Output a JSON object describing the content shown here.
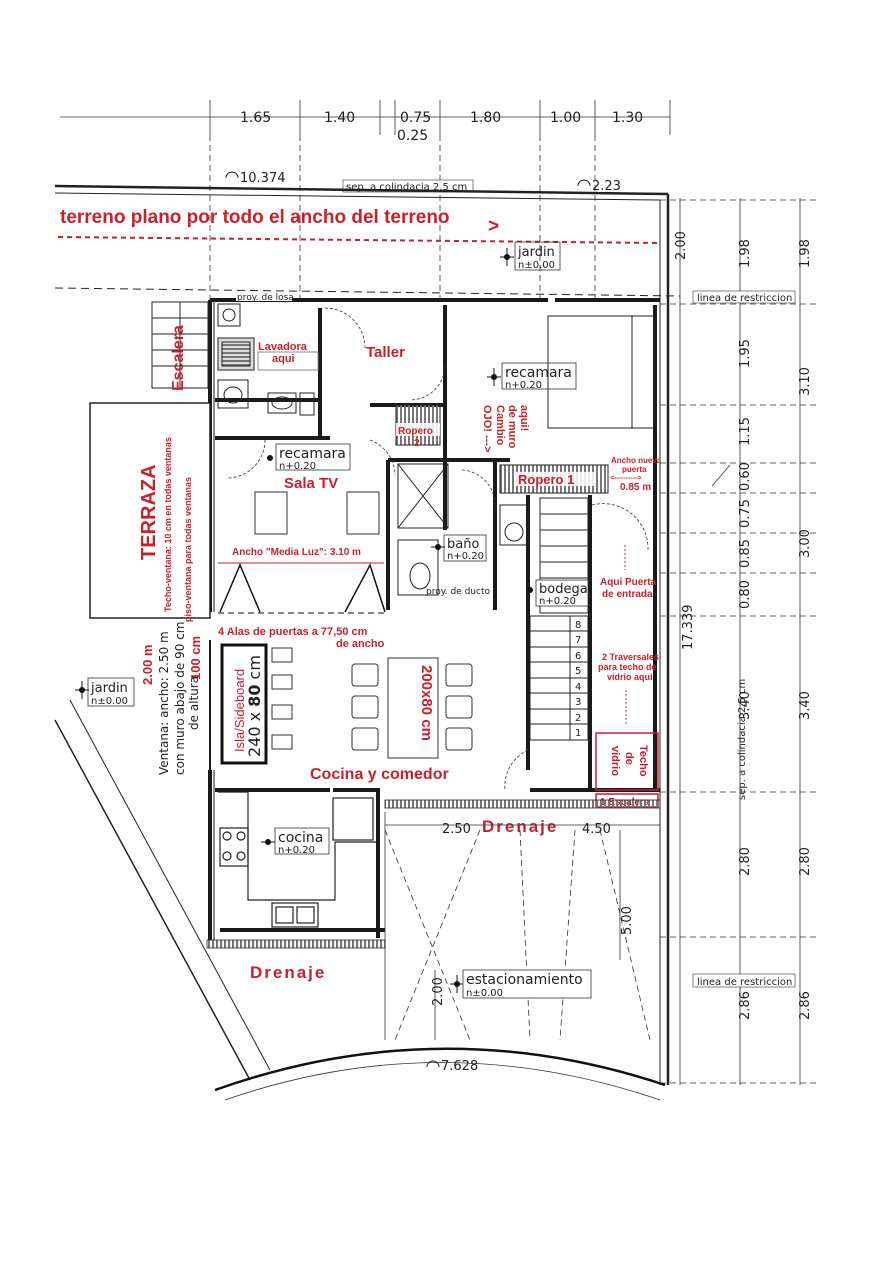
{
  "colors": {
    "annotation": "#cc1f2a",
    "line": "#222222",
    "dim": "#555555",
    "hatch": "#777777"
  },
  "top_dims": [
    "1.65",
    "1.40",
    "0.75",
    "0.25",
    "1.80",
    "1.00",
    "1.30"
  ],
  "right_dims_inner": [
    "1.98",
    "1.95",
    "1.15",
    "0.60",
    "0.75",
    "0.85",
    "0.80",
    "3.40",
    "2.80",
    "2.86"
  ],
  "right_dims_outer": [
    "1.98",
    "3.10",
    "3.00",
    "3.40",
    "2.80",
    "2.86"
  ],
  "total_dim": "17.339",
  "dim_200_top": "2.00",
  "dim_200_bottom": "2.00",
  "dim_250": "2.50",
  "dim_450": "4.50",
  "dim_500": "5.00",
  "arc_top": "10.374",
  "arc_right": "2.23",
  "arc_bottom": "7.628",
  "sep_top": "sep. a colindacia 2.5 cm",
  "sep_right": "sep. a colindacia 2.5 cm",
  "restriction_top": "linea de restriccion",
  "restriction_bottom": "linea de restriccion",
  "levels": {
    "jardin_top": {
      "name": "jardin",
      "level": "n±0.00"
    },
    "jardin_left": {
      "name": "jardin",
      "level": "n±0.00"
    },
    "recamara_right": {
      "name": "recamara",
      "level": "n+0.20"
    },
    "recamara_left": {
      "name": "recamara",
      "level": "n+0.20"
    },
    "bano": {
      "name": "baño",
      "level": "n+0.20"
    },
    "bodega": {
      "name": "bodega",
      "level": "n+0.20"
    },
    "cocina": {
      "name": "cocina",
      "level": "n+0.20"
    },
    "estacionamiento": {
      "name": "estacionamiento",
      "level": "n±0.00"
    }
  },
  "small_labels": {
    "proy_losa": "proy. de losa",
    "proy_ducto": "proy. de ducto"
  },
  "annotations": {
    "terreno": "terreno plano por todo el ancho del terreno",
    "terreno_arrow": ">",
    "escalera": "Escalera",
    "lavadora_1": "Lavadora",
    "lavadora_2": "aqui",
    "taller": "Taller",
    "ropero2_1": "Ropero",
    "ropero2_2": "2",
    "ojo_1": "OJO! --->",
    "ojo_2": "Cambio",
    "ojo_3": "de muro",
    "ojo_4": "aqui!",
    "ancho_nueva_1": "Ancho nueva",
    "ancho_nueva_2": "puerta",
    "ancho_nueva_3": "<---------->",
    "ancho_nueva_4": "0.85 m",
    "ropero1": "Ropero 1",
    "sala_tv": "Sala TV",
    "terraza": "TERRAZA",
    "techo_ventana": "Techo-ventana: 10 cm en todas ventanas",
    "piso_ventana": "piso-ventana para todas ventanas",
    "media_luz": "Ancho \"Media Luz\": 3.10 m",
    "aqui_puerta_1": "Aqui Puerta",
    "aqui_puerta_2": "de entrada",
    "alas_1": "4 Alas de puertas a 77,50 cm",
    "alas_2": "de ancho",
    "traversales_1": "2 Traversales",
    "traversales_2": "para techo de",
    "traversales_3": "vidrio aqui",
    "two_m": "2.00 m",
    "hundred_cm": "100 cm",
    "ventana_1": "Ventana: ancho: 2.50 m",
    "ventana_2": "con muro abajo de 90 cm",
    "ventana_3": "de altura",
    "mesa": "200x80 cm",
    "isla_1": "240 x ",
    "isla_bold": "80",
    "isla_cm": " cm",
    "isla_2": "Isla/Sideboard",
    "cocina_comedor": "Cocina y comedor",
    "techo_vidrio_1": "Techo",
    "techo_vidrio_2": "de",
    "techo_vidrio_3": "vidrio",
    "una_escalera": "1 Escalera",
    "drenaje_right": "Drenaje",
    "drenaje_left": "Drenaje"
  },
  "stair_numbers": [
    "8",
    "7",
    "6",
    "5",
    "4",
    "3",
    "2",
    "1"
  ]
}
